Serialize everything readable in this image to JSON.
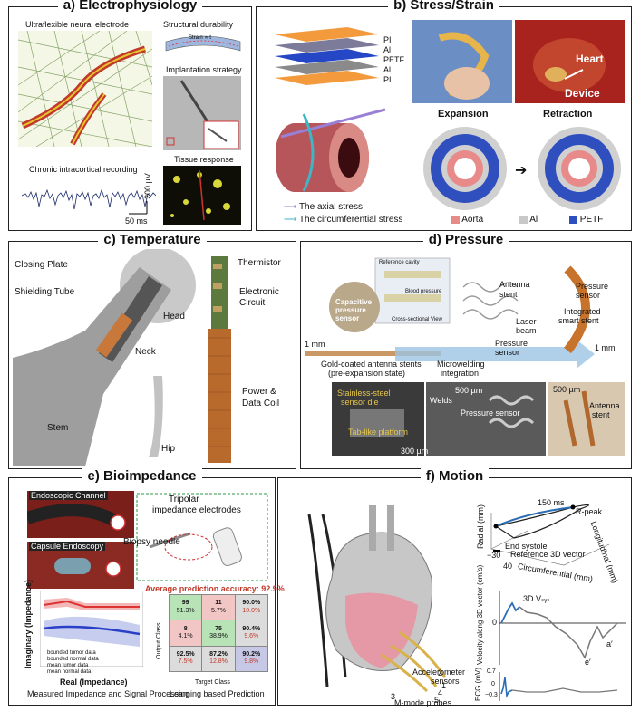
{
  "a": {
    "title": "a) Electrophysiology",
    "ultraflexible": "Ultraflexible neural electrode",
    "structural": "Structural durability",
    "strain": "Strain ∝ t",
    "t": "t",
    "implantation": "Implantation strategy",
    "chronic": "Chronic intracortical recording",
    "tissue": "Tissue response",
    "scale_t": "50 ms",
    "scale_v": "200 µV"
  },
  "b": {
    "title": "b) Stress/Strain",
    "layers": [
      "PI",
      "Al",
      "PETF",
      "Al",
      "PI"
    ],
    "heart": "Heart",
    "device": "Device",
    "expansion": "Expansion",
    "retraction": "Retraction",
    "axial": "The axial stress",
    "circ": "The circumferential stress",
    "legend": [
      "Aorta",
      "Al",
      "PETF"
    ],
    "colors": {
      "aorta": "#e88a8a",
      "al": "#c8c8c8",
      "petf": "#2f4fbf"
    }
  },
  "c": {
    "title": "c) Temperature",
    "closing": "Closing Plate",
    "shielding": "Shielding Tube",
    "head": "Head",
    "neck": "Neck",
    "stem": "Stem",
    "hip": "Hip",
    "thermistor": "Thermistor",
    "electronic": "Electronic",
    "circuit": "Circuit",
    "power": "Power &",
    "coil": "Data Coil"
  },
  "d": {
    "title": "d) Pressure",
    "capacitive": "Capacitive pressure sensor",
    "mm1": "1 mm",
    "mm2": "1 mm",
    "antenna": "Antenna",
    "stent": "stent",
    "laser": "Laser",
    "beam": "beam",
    "pressure_sensor": "Pressure",
    "sensor": "sensor",
    "integrated": "Integrated",
    "smart": "smart stent",
    "pressure_sensor2": "Pressure",
    "sensor2": "sensor",
    "gold": "Gold-coated antenna stents",
    "pre": "(pre-expansion state)",
    "micro": "Microwelding",
    "integration": "integration",
    "ref_cavity": "Reference cavity",
    "blood": "Blood pressure",
    "cross": "Cross-sectional View",
    "stainless": "Stainless-steel",
    "die": "sensor die",
    "tab": "Tab-like platform",
    "um300": "300 µm",
    "welds": "Welds",
    "um500a": "500 µm",
    "pressure_sensor3": "Pressure sensor",
    "um500b": "500 µm",
    "antenna2": "Antenna",
    "stent2": "stent"
  },
  "e": {
    "title": "e) Bioimpedance",
    "endoscopic": "Endoscopic Channel",
    "capsule": "Capsule Endoscopy",
    "tripolar": "Tripolar",
    "electrodes": "impedance electrodes",
    "biopsy": "Biopsy needle",
    "accuracy": "Average prediction accuracy: 92.9%",
    "ylabel": "Imaginary (Impedance)",
    "xlabel": "Real (Impedance)",
    "legend": [
      "bounded tumor data",
      "bounded normal data",
      "mean tumor data",
      "mean normal data"
    ],
    "caption1": "Measured Impedance and Signal Processing",
    "caption2": "Learning based Prediction",
    "output_class": "Output Class",
    "target_class": "Target Class",
    "matrix": [
      [
        "99",
        "51.3%",
        "11",
        "5.7%",
        "90.0%",
        "10.0%"
      ],
      [
        "8",
        "4.1%",
        "75",
        "38.9%",
        "90.4%",
        "9.6%"
      ],
      [
        "92.5%",
        "7.5%",
        "87.2%",
        "12.8%",
        "90.2%",
        "9.8%"
      ]
    ]
  },
  "f": {
    "title": "f) Motion",
    "ms": "150 ms",
    "rpeak": "R-peak",
    "end_systole": "End systole",
    "ref3d": "Reference 3D vector",
    "radial": "Radial (mm)",
    "longitudinal": "Longitudinal (mm)",
    "circumferential": "Circumferential (mm)",
    "tick_m30": "−30",
    "tick_40": "40",
    "vsys": "3D Vₛᵧₛ",
    "vel_label": "Velocity along 3D vector (cm/s)",
    "a_prime": "a′",
    "e_prime": "e′",
    "ecg": "ECG (mV)",
    "ecg_ticks": [
      "0.7",
      "0",
      "−0.3"
    ],
    "vel_tick": "0",
    "accel": "Accelerometer",
    "sensors": "sensors",
    "mmode": "M-mode probes",
    "nums": [
      "1",
      "2",
      "3",
      "4",
      "5"
    ]
  }
}
